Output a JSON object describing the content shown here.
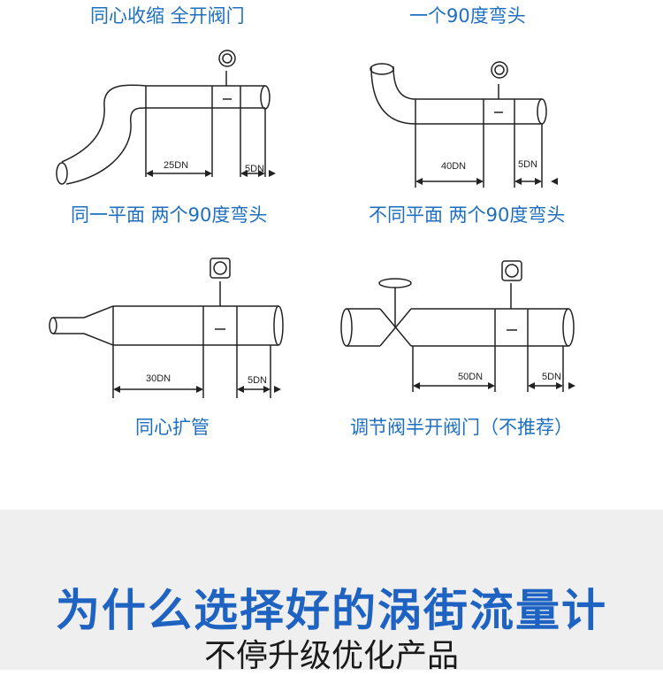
{
  "captions": {
    "p1": "同心收缩 全开阀门",
    "p2": "一个90度弯头",
    "p3": "同一平面 两个90度弯头",
    "p4": "不同平面 两个90度弯头",
    "p5": "同心扩管",
    "p6": "调节阀半开阀门（不推荐）"
  },
  "dims": {
    "p1_up": "25DN",
    "p1_down": "5DN",
    "p2_up": "40DN",
    "p2_down": "5DN",
    "p5_up": "30DN",
    "p5_down": "5DN",
    "p6_up": "50DN",
    "p6_down": "5DN"
  },
  "banner": {
    "headline": "为什么选择好的涡街流量计",
    "subline": "不停升级优化产品"
  },
  "colors": {
    "caption": "#1e6fc0",
    "headline": "#1f63c2",
    "background_band": "#efefef"
  }
}
